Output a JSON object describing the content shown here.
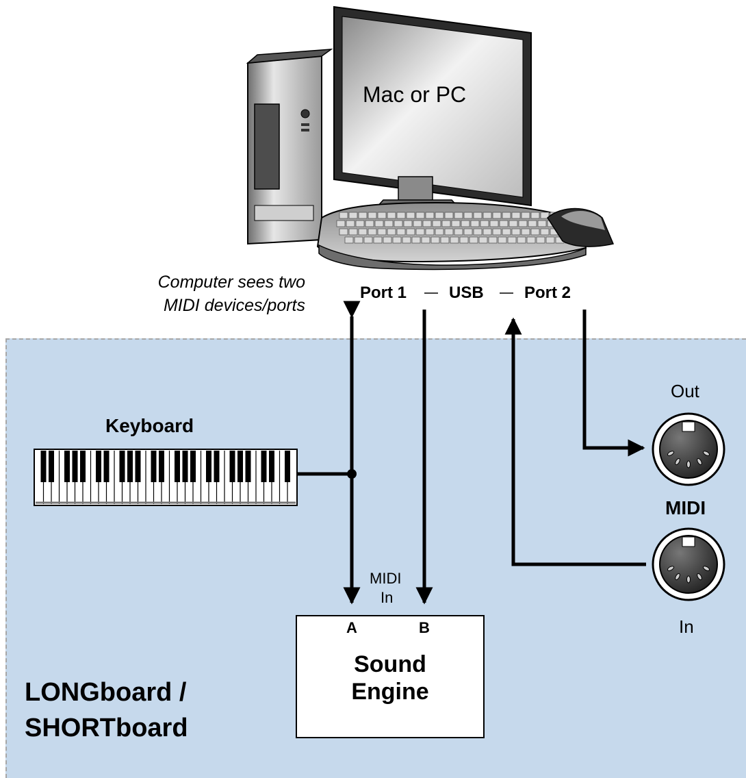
{
  "computer": {
    "screen_label": "Mac or PC",
    "note_line1": "Computer sees two",
    "note_line2": "MIDI devices/ports"
  },
  "usb_row": {
    "port1": "Port 1",
    "usb": "USB",
    "port2": "Port 2"
  },
  "keyboard": {
    "label": "Keyboard"
  },
  "midi_ports": {
    "out_label": "Out",
    "center_label": "MIDI",
    "in_label": "In"
  },
  "sound_engine": {
    "midi_in_line1": "MIDI",
    "midi_in_line2": "In",
    "pin_a": "A",
    "pin_b": "B",
    "title_line1": "Sound",
    "title_line2": "Engine"
  },
  "board": {
    "title_line1": "LONGboard /",
    "title_line2": "SHORTboard"
  },
  "colors": {
    "board_background": "#c6d9ec",
    "dashed_border": "#a6a6a6",
    "line": "#000000"
  }
}
